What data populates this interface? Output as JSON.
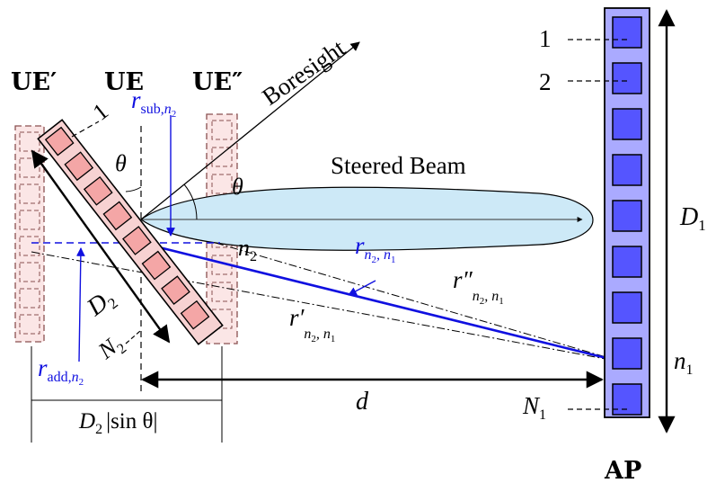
{
  "labels": {
    "ue_prime": "UE′",
    "ue": "UE",
    "ue_double_prime": "UE″",
    "ap": "AP",
    "boresight": "Boresight",
    "steered_beam": "Steered Beam",
    "theta_1": "θ",
    "theta_2": "θ",
    "ue_element_1": "1",
    "ue_element_n2": "n",
    "ue_element_n2_sub": "2",
    "ue_element_N2": "N",
    "ue_element_N2_sub": "2",
    "ap_element_1": "1",
    "ap_element_2": "2",
    "ap_element_n1": "n",
    "ap_element_n1_sub": "1",
    "ap_element_N1": "N",
    "ap_element_N1_sub": "1",
    "D1": "D",
    "D1_sub": "1",
    "D2": "D",
    "D2_sub": "2",
    "d": "d",
    "D2_sin": "D",
    "D2_sin_sub": "2",
    "D2_sin_rest": "|sin θ|",
    "r_sub": "r",
    "r_sub_subscript": "sub,",
    "r_sub_n": "n",
    "r_sub_n2": "2",
    "r_add": "r",
    "r_add_subscript": "add,",
    "r_add_n": "n",
    "r_add_n2": "2",
    "r_main": "r",
    "r_main_sub": "n",
    "r_main_sub2": "2",
    "r_main_sub3": ", n",
    "r_main_sub4": "1",
    "r_double_prime": "r″",
    "r_double_prime_sub": "n",
    "r_double_prime_sub2": "2",
    "r_double_prime_sub3": ", n",
    "r_double_prime_sub4": "1",
    "r_prime": "r′",
    "r_prime_sub": "n",
    "r_prime_sub2": "2",
    "r_prime_sub3": ", n",
    "r_prime_sub4": "1"
  },
  "colors": {
    "blue_line": "#1010e0",
    "ap_fill": "#aaaaff",
    "ap_element": "#5555ff",
    "ue_fill": "#f7d2d2",
    "ue_element": "#f4a6a6",
    "ue_ghost_fill": "#fbe6e6",
    "beam_fill": "#cde9f7",
    "text_black": "#000000"
  }
}
